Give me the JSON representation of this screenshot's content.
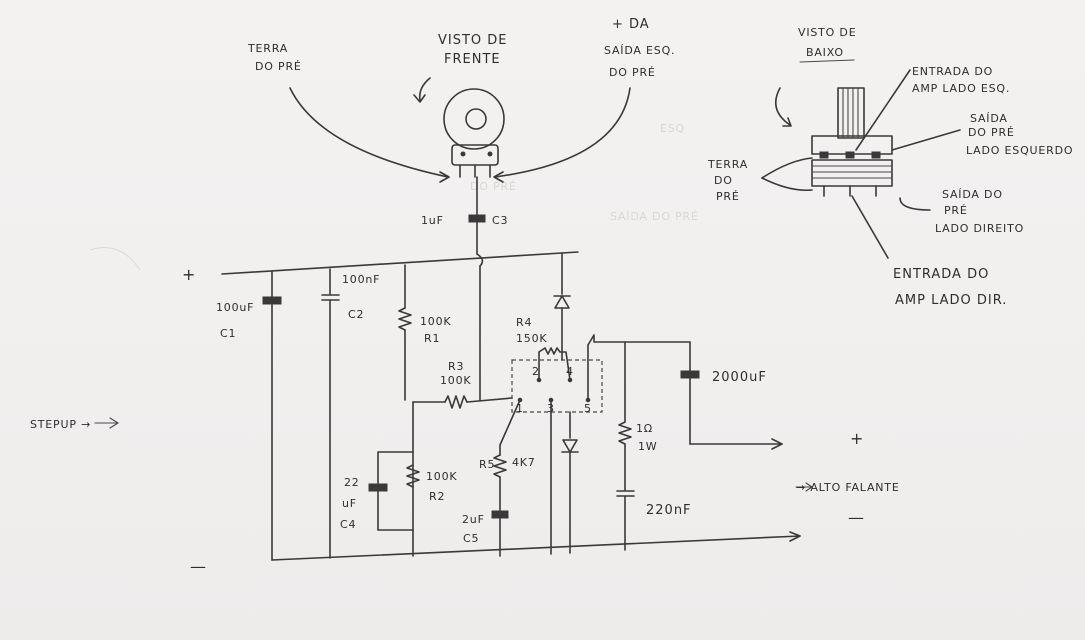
{
  "labels": {
    "terra_do_pre_1": "TERRA",
    "terra_do_pre_2": "DO PRÉ",
    "visto_frente_1": "VISTO DE",
    "visto_frente_2": "FRENTE",
    "plus_saida_1": "+ DA",
    "plus_saida_2": "SAÍDA ESQ.",
    "plus_saida_3": "DO PRÉ",
    "visto_baixo_1": "VISTO DE",
    "visto_baixo_2": "BAIXO",
    "entrada_esq_1": "ENTRADA DO",
    "entrada_esq_2": "AMP LADO ESQ.",
    "saida_esq_1": "SAÍDA",
    "saida_esq_2": "DO PRÉ",
    "saida_esq_3": "LADO ESQUERDO",
    "terra_pre2_1": "TERRA",
    "terra_pre2_2": "DO",
    "terra_pre2_3": "PRÉ",
    "saida_dir_1": "SAÍDA DO",
    "saida_dir_2": "PRÉ",
    "saida_dir_3": "LADO DIREITO",
    "entrada_dir_1": "ENTRADA DO",
    "entrada_dir_2": "AMP LADO DIR."
  },
  "components": {
    "c3_value": "1uF",
    "c3_name": "C3",
    "c1_value": "100uF",
    "c1_name": "C1",
    "c2_value": "100nF",
    "c2_name": "C2",
    "r1_value": "100K",
    "r1_name": "R1",
    "r4_name": "R4",
    "r4_value": "150K",
    "r3_name": "R3",
    "r3_value": "100K",
    "c4_value_1": "22",
    "c4_value_2": "uF",
    "c4_name": "C4",
    "r2_value": "100K",
    "r2_name": "R2",
    "r5_name": "R5",
    "r5_value": "4K7",
    "c5_value": "2uF",
    "c5_name": "C5",
    "big_cap_value": "2000uF",
    "r_out_value": "1Ω",
    "r_out_power": "1W",
    "c_out_value": "220nF",
    "pin1": "1",
    "pin2": "2",
    "pin3": "3",
    "pin4": "4",
    "pin5": "5"
  },
  "rails": {
    "plus_left": "+",
    "minus_left": "—",
    "stepup": "STEPUP →",
    "plus_right": "+",
    "minus_right": "—",
    "alto_falante": "→ ALTO FALANTE"
  }
}
